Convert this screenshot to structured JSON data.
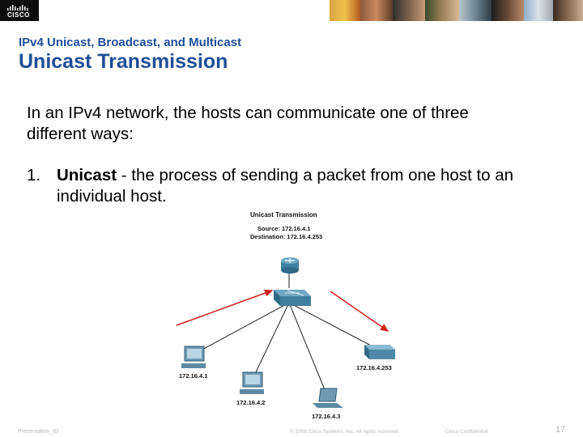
{
  "header": {
    "logo_text": "CISCO"
  },
  "slide": {
    "subtitle": "IPv4 Unicast, Broadcast, and Multicast",
    "title": "Unicast Transmission",
    "intro": "In an IPv4 network, the hosts can communicate one of three different ways:",
    "list": [
      {
        "number": "1.",
        "term": "Unicast",
        "text": " - the process of sending a packet from one host to an individual host."
      }
    ]
  },
  "diagram": {
    "title": "Unicast Transmission",
    "source": "Source: 172.16.4.1",
    "destination": "Destination: 172.16.4.253",
    "hosts": [
      {
        "label": "172.16.4.1",
        "icon": "desktop-computer-icon"
      },
      {
        "label": "172.16.4.2",
        "icon": "desktop-computer-icon"
      },
      {
        "label": "172.16.4.3",
        "icon": "laptop-icon"
      },
      {
        "label": "172.16.4.253",
        "icon": "printer-icon"
      }
    ],
    "colors": {
      "arrow": "#d0201d",
      "link": "#202020",
      "device": "#3f7f9f"
    }
  },
  "footer": {
    "left": "Presentation_ID",
    "copyright": "© 2008 Cisco Systems, Inc. All rights reserved.",
    "confidential": "Cisco Confidential",
    "page": "17"
  }
}
